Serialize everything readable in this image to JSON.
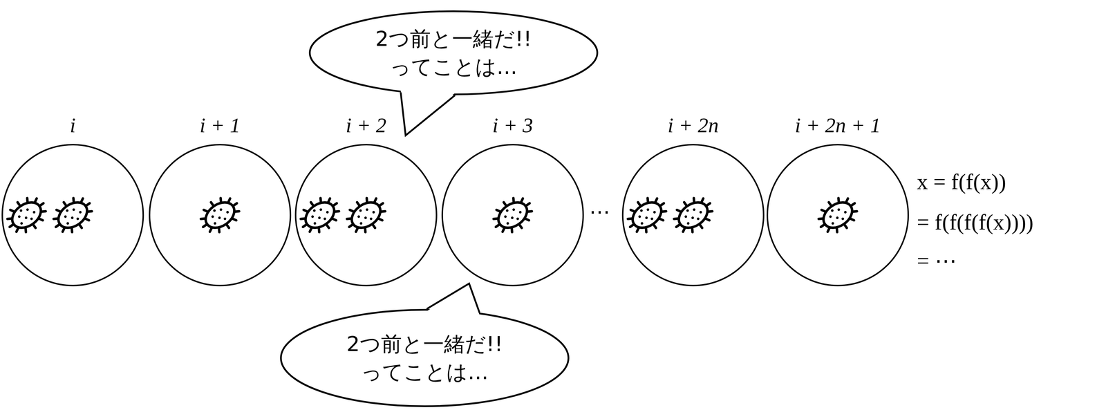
{
  "diagram": {
    "nodes": [
      {
        "text": [
          "2つ前と一緒だ!! ってことは…"
        ]
      },
      {
        "text": [
          "i"
        ]
      },
      {
        "text": [
          "i + 1"
        ]
      },
      {
        "text": [
          "i + 2"
        ]
      },
      {
        "text": [
          "i + 3"
        ]
      },
      {
        "text": [
          "i + 2n"
        ]
      },
      {
        "text": [
          "i + 2n + 1"
        ]
      },
      {
        "text": [
          "2つ前と一緒だ!! ってことは…"
        ]
      }
    ],
    "labels": [
      "⋯",
      "x = f(f(x))",
      "= f(f(f(f(x))))",
      "= ⋯"
    ]
  }
}
